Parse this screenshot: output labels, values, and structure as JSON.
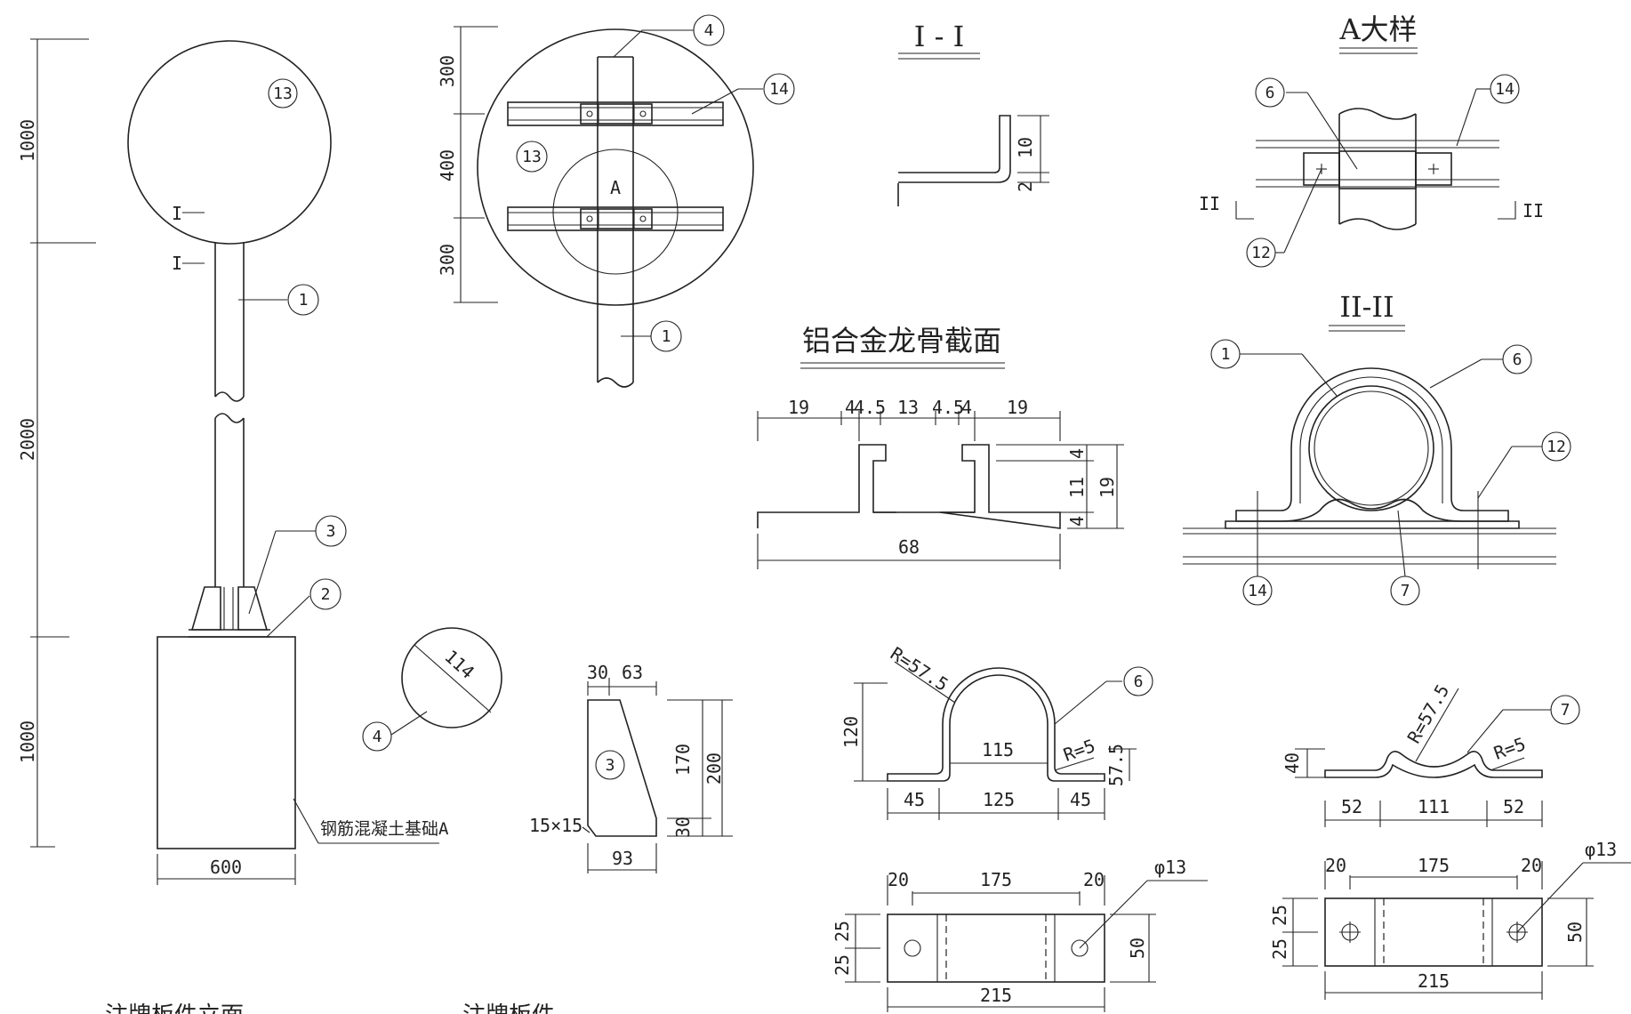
{
  "elevation": {
    "section_marks": [
      "I",
      "I"
    ],
    "dims": {
      "sign_height": "1000",
      "pole_height": "2000",
      "foundation_height": "1000",
      "foundation_width": "600"
    },
    "foundation_label": "钢筋混凝土基础A",
    "balloons": {
      "sign": "13",
      "pole": "1",
      "rib": "3",
      "base_plate": "2"
    }
  },
  "front_view": {
    "dims": [
      "300",
      "400",
      "300"
    ],
    "detail_label": "A",
    "balloons": {
      "cap": "4",
      "rail": "14",
      "sign": "13",
      "pole": "1"
    }
  },
  "cap_detail": {
    "diameter": "114",
    "balloon": "4"
  },
  "rib_detail": {
    "balloon": "3",
    "dims": {
      "top_a": "30",
      "top_b": "63",
      "h_total": "200",
      "h_upper": "170",
      "h_lower": "30",
      "chamfer": "15×15",
      "bottom": "93"
    }
  },
  "section_I": {
    "title": "I - I",
    "dims": [
      "10",
      "2"
    ]
  },
  "keel_section": {
    "title": "铝合金龙骨截面",
    "dims_top": [
      "19",
      "4",
      "4.5",
      "13",
      "4.5",
      "4",
      "19"
    ],
    "dims_right": [
      "4",
      "11",
      "4",
      "19"
    ],
    "width": "68"
  },
  "detail_A": {
    "title": "A大样",
    "section_marks": [
      "II",
      "II"
    ],
    "balloons": {
      "hoop": "6",
      "rail": "14",
      "bolt": "12"
    }
  },
  "section_II": {
    "title": "II-II",
    "balloons": {
      "pole": "1",
      "hoop": "6",
      "bolt": "12",
      "rail": "14",
      "liner": "7"
    }
  },
  "hoop_detail": {
    "balloon": "6",
    "radius_label": "R=57.5",
    "fillet_label": "R=5",
    "dims": {
      "height": "120",
      "inner": "115",
      "offset": "57.5",
      "left": "45",
      "mid": "125",
      "right": "45"
    },
    "plan": {
      "edge_l": "20",
      "span": "175",
      "edge_r": "20",
      "hole": "φ13",
      "width": "50",
      "h1": "25",
      "h2": "25",
      "total": "215"
    }
  },
  "liner_detail": {
    "balloon": "7",
    "radius_label": "R=57.5",
    "fillet_label": "R=5",
    "dims": {
      "height": "40",
      "left": "52",
      "mid": "111",
      "right": "52"
    },
    "plan": {
      "edge_l": "20",
      "span": "175",
      "edge_r": "20",
      "hole": "φ13",
      "width": "50",
      "h1": "25",
      "h2": "25",
      "total": "215"
    }
  },
  "bottom_notes": [
    "注牌板件立面",
    "注牌板件"
  ]
}
